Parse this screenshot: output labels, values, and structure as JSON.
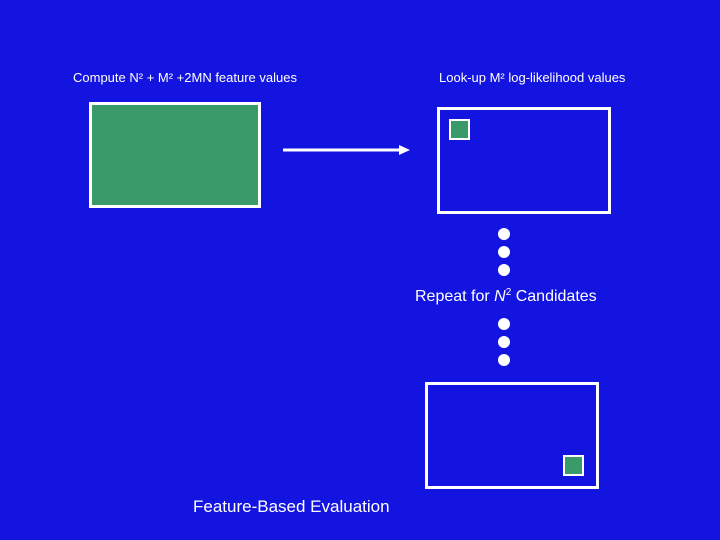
{
  "diagram": {
    "compute_label": "Compute N² + M² +2MN feature values",
    "lookup_label": "Look-up M² log-likelihood values",
    "repeat_prefix": "Repeat for ",
    "repeat_var": "N",
    "repeat_exp": "2",
    "repeat_suffix": " Candidates",
    "evaluation_label": "Feature-Based Evaluation"
  },
  "colors": {
    "background": "#1414e0",
    "box_fill": "#3a9a6a",
    "stroke": "#ffffff"
  }
}
